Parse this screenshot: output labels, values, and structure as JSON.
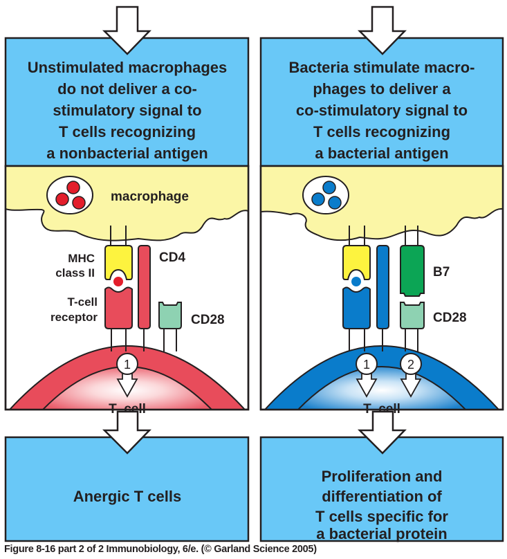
{
  "colors": {
    "box_blue": "#69c8f7",
    "macrophage_yellow": "#fbf6a6",
    "mhc_yellow": "#fdf33f",
    "red_tcell": "#e84c5b",
    "red_antigen": "#e31e2b",
    "blue_tcell": "#0a7ccb",
    "b7_green": "#0ca555",
    "cd28_teal": "#8ed2b2",
    "outline": "#231f20"
  },
  "panels": [
    {
      "id": "left",
      "condition_lines": [
        "Unstimulated macrophages",
        "do not deliver a co-",
        "stimulatory signal to",
        "T cells recognizing",
        "a nonbacterial antigen"
      ],
      "cell_labels": {
        "macrophage": "macrophage",
        "mhc_line1": "MHC",
        "mhc_line2": "class II",
        "cd4": "CD4",
        "tcr_line1": "T-cell",
        "tcr_line2": "receptor",
        "cd28": "CD28",
        "tcell": "T  cell"
      },
      "signals": [
        "1"
      ],
      "outcome_lines": [
        "Anergic T cells"
      ]
    },
    {
      "id": "right",
      "condition_lines": [
        "Bacteria stimulate macro-",
        "phages to deliver a",
        "co-stimulatory signal to",
        "T cells recognizing",
        "a bacterial antigen"
      ],
      "cell_labels": {
        "b7": "B7",
        "cd28": "CD28",
        "tcell": "T  cell"
      },
      "signals": [
        "1",
        "2"
      ],
      "outcome_lines": [
        "Proliferation and",
        "differentiation of",
        "T cells specific for",
        "a bacterial protein"
      ]
    }
  ],
  "caption": "Figure 8-16 part 2 of 2  Immunobiology, 6/e. (© Garland Science 2005)"
}
